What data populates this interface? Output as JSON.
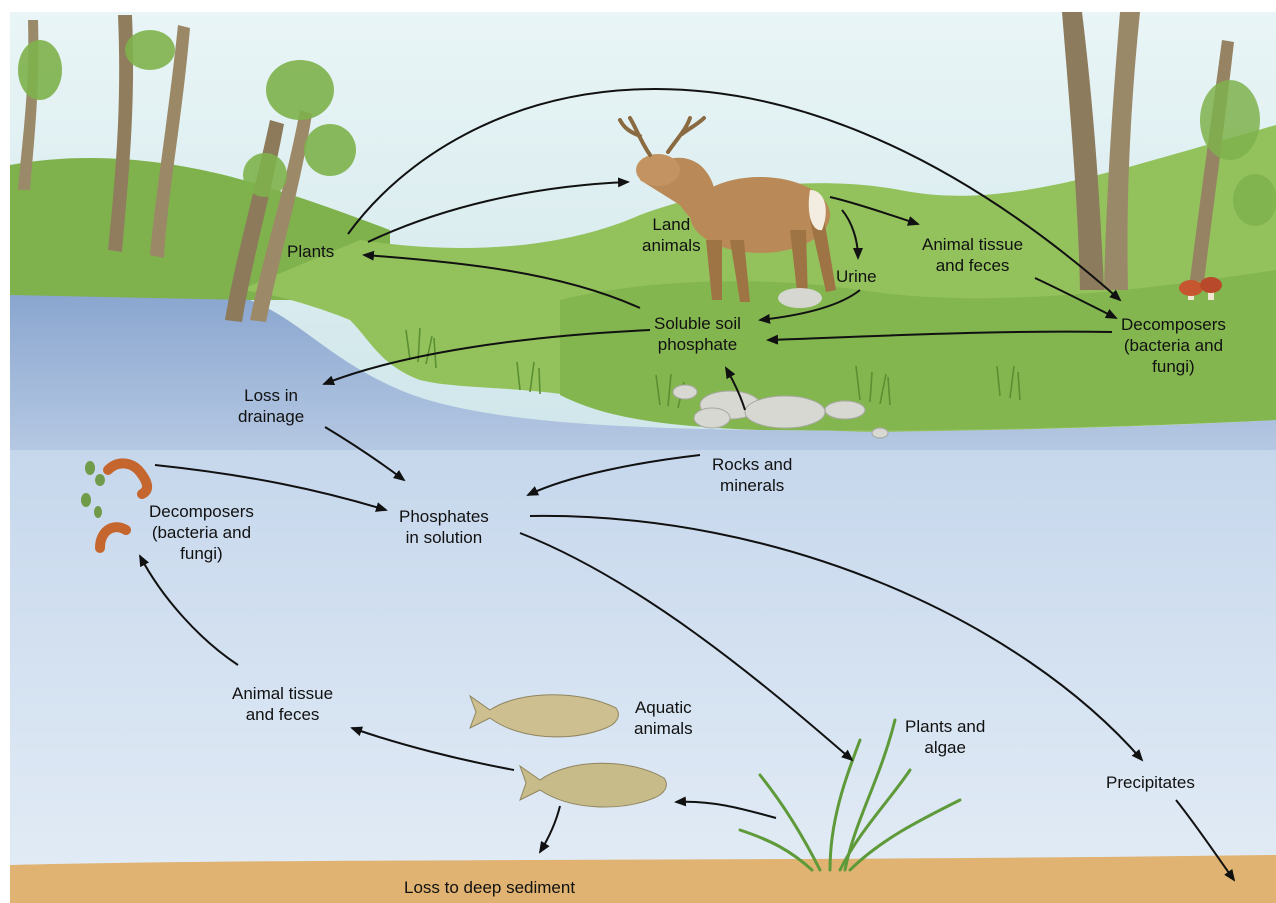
{
  "labels": {
    "plants": "Plants",
    "land_animals": "Land\nanimals",
    "urine": "Urine",
    "animal_tissue_land": "Animal tissue\nand feces",
    "decomposers_land": "Decomposers\n(bacteria and\nfungi)",
    "soluble_soil_phosphate": "Soluble soil\nphosphate",
    "loss_in_drainage": "Loss in\ndrainage",
    "rocks_and_minerals": "Rocks and\nminerals",
    "decomposers_water": "Decomposers\n(bacteria and\nfungi)",
    "phosphates_in_solution": "Phosphates\nin solution",
    "animal_tissue_water": "Animal tissue\nand feces",
    "aquatic_animals": "Aquatic\nanimals",
    "plants_and_algae": "Plants and\nalgae",
    "precipitates": "Precipitates",
    "loss_to_deep_sediment": "Loss to deep sediment"
  },
  "colors": {
    "sky": "#d9ecef",
    "grass": "#8fbf5a",
    "lake": "#9fb6d8",
    "water": "#d5e3f1",
    "sediment": "#e0b372",
    "arrow": "#111111"
  }
}
